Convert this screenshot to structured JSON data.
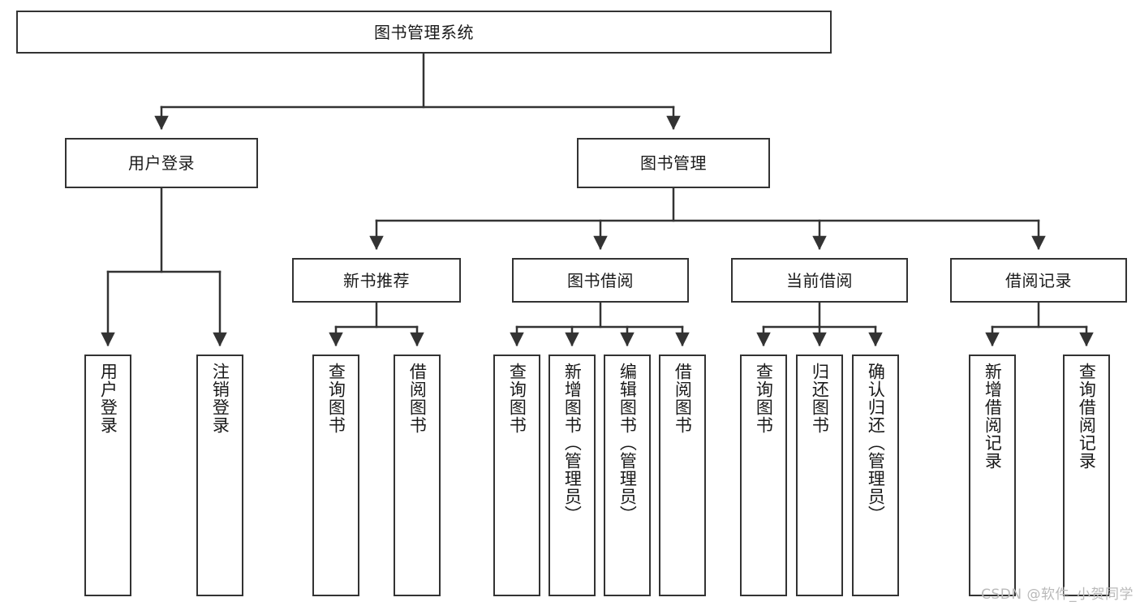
{
  "diagram": {
    "title": "图书管理系统",
    "type": "tree-hierarchy-diagram",
    "colors": {
      "stroke": "#333333",
      "fill": "#ffffff",
      "text": "#1a1a1a",
      "watermark": "#b9b9b9"
    },
    "root": {
      "label": "图书管理系统"
    },
    "level2": [
      {
        "label": "用户登录"
      },
      {
        "label": "图书管理"
      }
    ],
    "level3": [
      {
        "label": "新书推荐"
      },
      {
        "label": "图书借阅"
      },
      {
        "label": "当前借阅"
      },
      {
        "label": "借阅记录"
      }
    ],
    "leaves": {
      "user_login": [
        {
          "label": "用户登录"
        },
        {
          "label": "注销登录"
        }
      ],
      "new_book_recommend": [
        {
          "label": "查询图书"
        },
        {
          "label": "借阅图书"
        }
      ],
      "book_borrow": [
        {
          "label": "查询图书"
        },
        {
          "label": "新增图书（管理员）"
        },
        {
          "label": "编辑图书（管理员）"
        },
        {
          "label": "借阅图书"
        }
      ],
      "current_borrow": [
        {
          "label": "查询图书"
        },
        {
          "label": "归还图书"
        },
        {
          "label": "确认归还（管理员）"
        }
      ],
      "borrow_record": [
        {
          "label": "新增借阅记录"
        },
        {
          "label": "查询借阅记录"
        }
      ]
    },
    "watermark": "CSDN @软件_小贺同学"
  }
}
